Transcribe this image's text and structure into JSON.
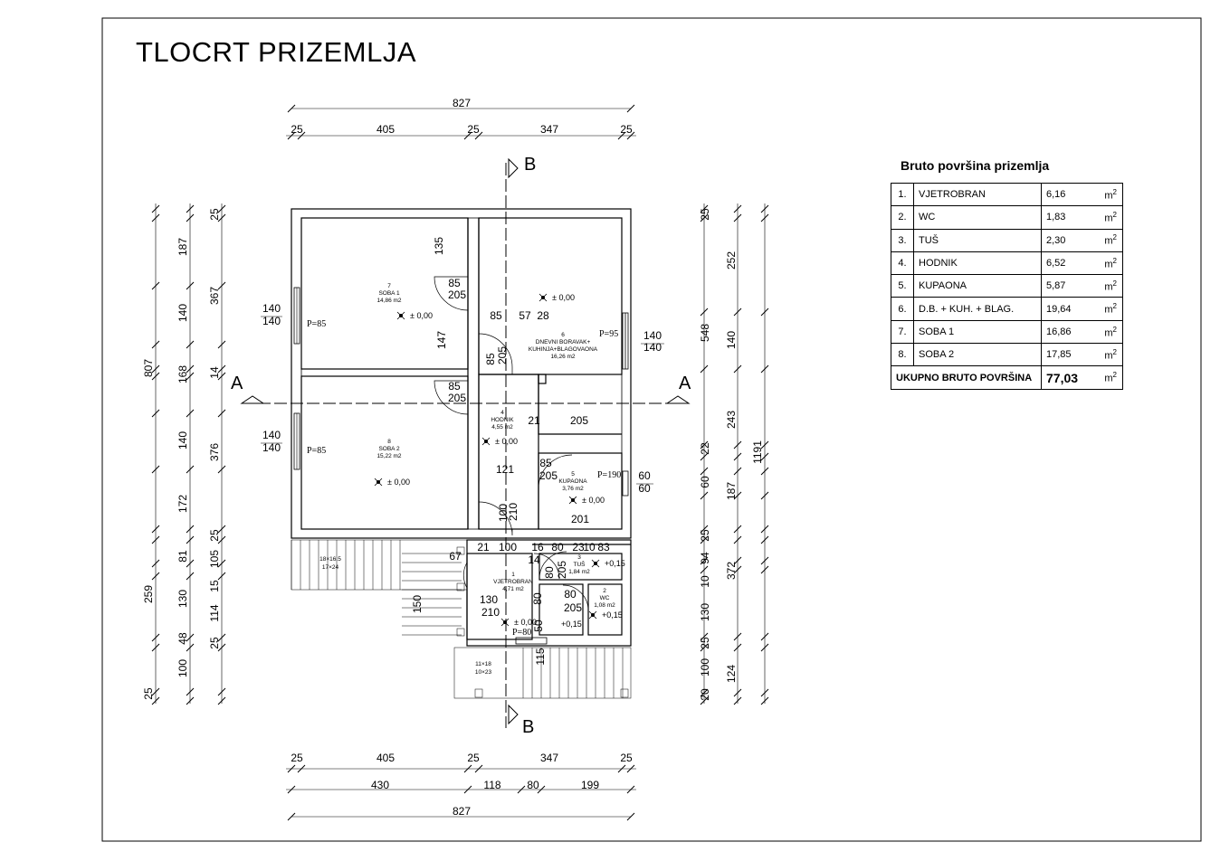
{
  "title": "TLOCRT PRIZEMLJA",
  "area_table": {
    "title": "Bruto površina prizemlja",
    "unit": "m",
    "unit_exp": "2",
    "rows": [
      {
        "no": "1.",
        "name": "VJETROBRAN",
        "value": "6,16"
      },
      {
        "no": "2.",
        "name": "WC",
        "value": "1,83"
      },
      {
        "no": "3.",
        "name": "TUŠ",
        "value": "2,30"
      },
      {
        "no": "4.",
        "name": "HODNIK",
        "value": "6,52"
      },
      {
        "no": "5.",
        "name": "KUPAONA",
        "value": "5,87"
      },
      {
        "no": "6.",
        "name": "D.B. + KUH. + BLAG.",
        "value": "19,64"
      },
      {
        "no": "7.",
        "name": "SOBA 1",
        "value": "16,86"
      },
      {
        "no": "8.",
        "name": "SOBA 2",
        "value": "17,85"
      }
    ],
    "total_label": "UKUPNO BRUTO POVRŠINA",
    "total_value": "77,03"
  },
  "sections": {
    "a": "A",
    "b": "B"
  },
  "rooms": [
    {
      "id": "soba1",
      "num": "7",
      "name": "SOBA 1",
      "area": "14,86 m2",
      "level": "± 0,00"
    },
    {
      "id": "dnevni",
      "num": "6",
      "name": "DNEVNI BORAVAK+",
      "name2": "KUHINJA+BLAGOVAONA",
      "area": "16,26 m2",
      "level": "± 0,00"
    },
    {
      "id": "hodnik",
      "num": "4",
      "name": "HODNIK",
      "area": "4,55 m2",
      "level": "± 0,00"
    },
    {
      "id": "soba2",
      "num": "8",
      "name": "SOBA 2",
      "area": "15,22 m2",
      "level": "± 0,00"
    },
    {
      "id": "kupaona",
      "num": "5",
      "name": "KUPAONA",
      "area": "3,76 m2",
      "level": "± 0,00"
    },
    {
      "id": "vjetrobran",
      "num": "1",
      "name": "VJETROBRAN",
      "area": "4,71 m2",
      "level": "± 0,00"
    },
    {
      "id": "tus",
      "num": "3",
      "name": "TUŠ",
      "area": "1,84 m2",
      "level": "+0,15"
    },
    {
      "id": "wc",
      "num": "2",
      "name": "WC",
      "area": "1,08 m2",
      "level": "+0,15"
    }
  ],
  "extra_levels": [
    "+0,15"
  ],
  "stairs": [
    {
      "size": "18×16.5",
      "tread": "17×24"
    },
    {
      "size": "11×18",
      "tread": "10×23"
    }
  ],
  "windows": [
    "P=85",
    "P=95",
    "P=85",
    "P=190",
    "P=80"
  ],
  "dims": {
    "top_total": "827",
    "top_chain": [
      "25",
      "405",
      "25",
      "347",
      "25"
    ],
    "bottom_chain1": [
      "25",
      "405",
      "25",
      "347",
      "25"
    ],
    "bottom_chain2": [
      "430",
      "118",
      "80",
      "199"
    ],
    "bottom_total": "827",
    "left_outer": [
      "807",
      "259",
      "25"
    ],
    "left_mid": [
      "187",
      "140",
      "168",
      "140",
      "172",
      "81",
      "130",
      "48",
      "100"
    ],
    "left_inner": [
      "25",
      "367",
      "14",
      "376",
      "25",
      "105",
      "15",
      "114",
      "25"
    ],
    "right_inner": [
      "25",
      "548",
      "22",
      "60",
      "25",
      "94",
      "10",
      "130",
      "25",
      "100",
      "20"
    ],
    "right_mid": [
      "252",
      "140",
      "243",
      "187",
      "372",
      "124"
    ],
    "right_outer": [
      "1191"
    ],
    "openings": [
      "140",
      "140",
      "140",
      "140",
      "140",
      "140",
      "60",
      "60"
    ],
    "interior": [
      "135",
      "85",
      "205",
      "147",
      "85",
      "205",
      "85",
      "57",
      "28",
      "85",
      "205",
      "21",
      "205",
      "121",
      "85",
      "205",
      "100",
      "210",
      "201",
      "21",
      "100",
      "16",
      "80",
      "23",
      "10",
      "83",
      "14",
      "67",
      "80",
      "205",
      "80",
      "205",
      "80",
      "150",
      "130",
      "210",
      "50",
      "115"
    ]
  }
}
